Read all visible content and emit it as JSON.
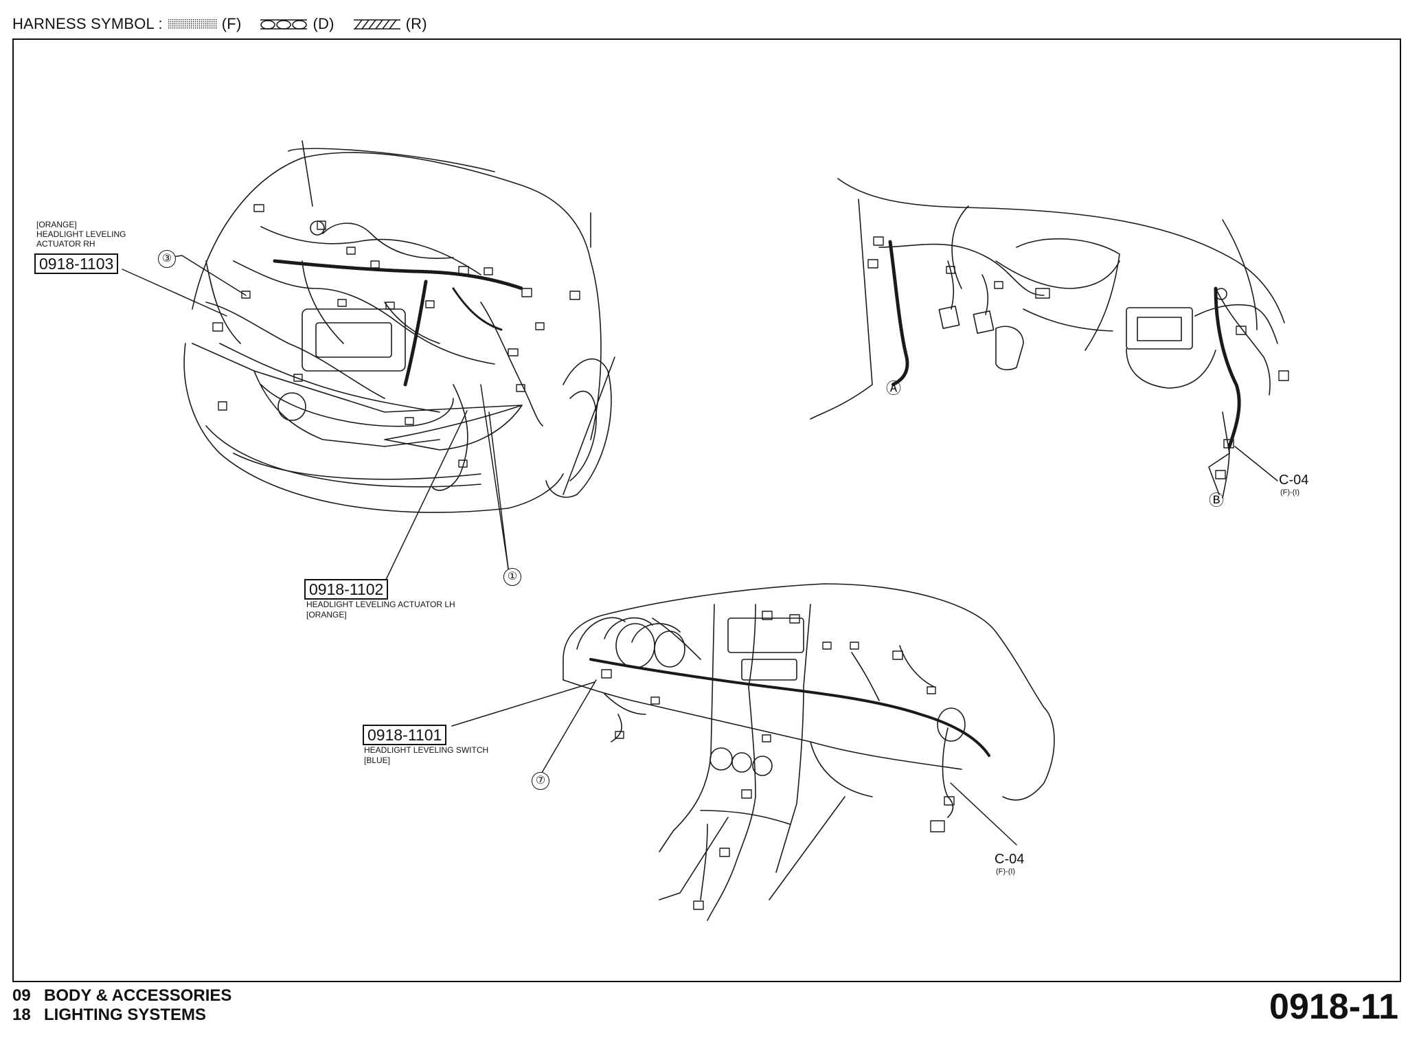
{
  "header": {
    "title": "HARNESS SYMBOL :",
    "symbols": [
      {
        "code": "(F)",
        "pattern": "stipple-icon"
      },
      {
        "code": "(D)",
        "pattern": "loops-icon"
      },
      {
        "code": "(R)",
        "pattern": "hatch-icon"
      }
    ]
  },
  "callouts": {
    "rh_actuator": {
      "color": "[ORANGE]",
      "name_line1": "HEADLIGHT LEVELING",
      "name_line2": "ACTUATOR RH",
      "code": "0918-1103",
      "index": "③"
    },
    "lh_actuator": {
      "code": "0918-1102",
      "name": "HEADLIGHT LEVELING ACTUATOR LH",
      "color": "[ORANGE]",
      "index": "①"
    },
    "switch": {
      "code": "0918-1101",
      "name": "HEADLIGHT LEVELING SWITCH",
      "color": "[BLUE]",
      "index": "⑦"
    }
  },
  "connectors": {
    "upper": {
      "label": "C-04",
      "sub": "(F)-(I)"
    },
    "lower": {
      "label": "C-04",
      "sub": "(F)-(I)"
    },
    "point_a": "Ⓐ",
    "point_b": "Ⓑ"
  },
  "footer": {
    "section_num": "09",
    "section_name": "BODY & ACCESSORIES",
    "subsection_num": "18",
    "subsection_name": "LIGHTING SYSTEMS",
    "page": "0918-11"
  }
}
